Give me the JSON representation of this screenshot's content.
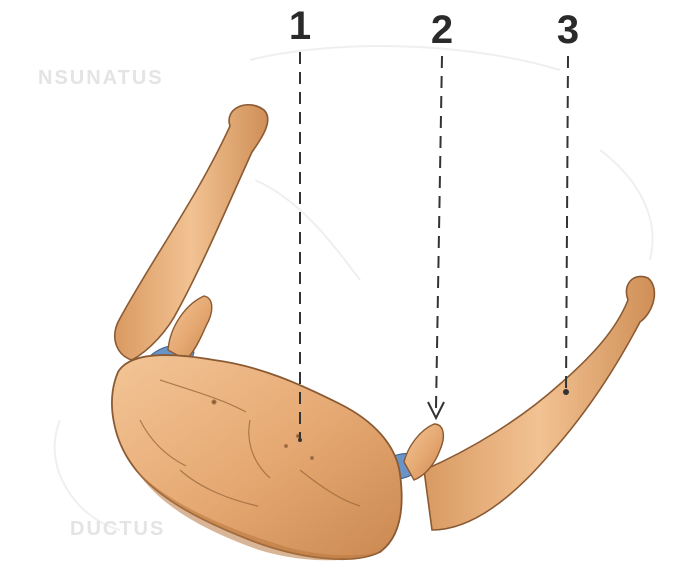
{
  "callouts": [
    {
      "number": "1"
    },
    {
      "number": "2"
    },
    {
      "number": "3"
    }
  ],
  "background_text": [
    "NSUNATUS",
    "DUCTUS"
  ],
  "colors": {
    "bone_fill": "#e9b27f",
    "bone_shadow": "#c98850",
    "bone_dark": "#8a5a33",
    "cartilage_blue": "#6a93c8",
    "leader_line": "#333333",
    "faint_background": "#e8e8e8"
  }
}
